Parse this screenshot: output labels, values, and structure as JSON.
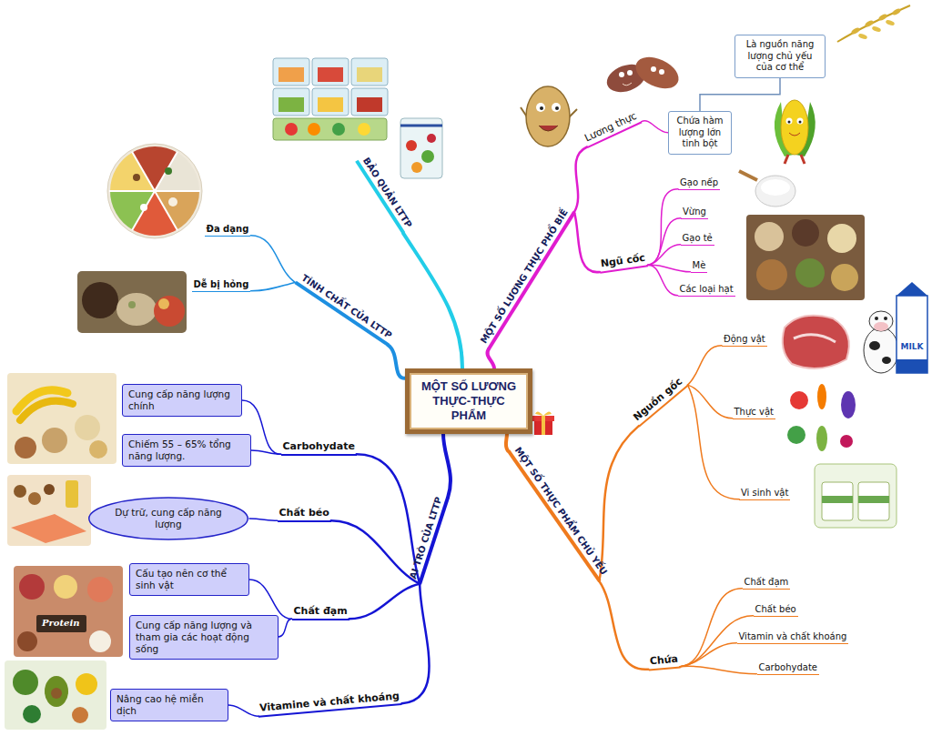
{
  "diagram": {
    "nodes": [
      {
        "text": [
          "MỘT SỐ LƯƠNG THỰC-THỰC PHẨM"
        ]
      },
      {
        "text": [
          "BẢO QUẢN LTTP"
        ]
      },
      {
        "text": [
          "TÍNH CHẤT CỦA LTTP"
        ]
      },
      {
        "text": [
          "Đa dạng"
        ]
      },
      {
        "text": [
          "Dễ bị hỏng"
        ]
      },
      {
        "text": [
          "MỘT SỐ LƯƠNG THỰC PHỔ BIẾ"
        ]
      },
      {
        "text": [
          "Lương thực"
        ]
      },
      {
        "text": [
          "Chứa hàm lượng lớn tinh bột"
        ]
      },
      {
        "text": [
          "Là nguồn năng lượng chủ yếu của cơ thể"
        ]
      },
      {
        "text": [
          "Ngũ cốc"
        ]
      },
      {
        "text": [
          "Gạo nếp"
        ]
      },
      {
        "text": [
          "Vừng"
        ]
      },
      {
        "text": [
          "Gạo tẻ"
        ]
      },
      {
        "text": [
          "Mè"
        ]
      },
      {
        "text": [
          "Các loại hạt"
        ]
      },
      {
        "text": [
          "MỘT SỐ THỰC PHẨM CHỦ YẾU"
        ]
      },
      {
        "text": [
          "Nguồn gốc"
        ]
      },
      {
        "text": [
          "Động vật"
        ]
      },
      {
        "text": [
          "Thực vật"
        ]
      },
      {
        "text": [
          "Vi sinh vật"
        ]
      },
      {
        "text": [
          "Chứa"
        ]
      },
      {
        "text": [
          "Chất đạm"
        ]
      },
      {
        "text": [
          "Chất béo"
        ]
      },
      {
        "text": [
          "Vitamin và chất khoáng"
        ]
      },
      {
        "text": [
          "Carbohydate"
        ]
      },
      {
        "text": [
          "AI TRÒ CỦA LTTP"
        ]
      },
      {
        "text": [
          "Carbohydate"
        ]
      },
      {
        "text": [
          "Cung cấp năng lượng chính"
        ]
      },
      {
        "text": [
          "Chiếm 55 – 65% tổng năng lượng."
        ]
      },
      {
        "text": [
          "Chất béo"
        ]
      },
      {
        "text": [
          "Dự trữ, cung cấp năng lượng"
        ]
      },
      {
        "text": [
          "Chất đạm"
        ]
      },
      {
        "text": [
          "Cấu tạo nên cơ thể sinh vật"
        ]
      },
      {
        "text": [
          "Cung cấp năng lượng và tham gia các hoạt động sống"
        ]
      },
      {
        "text": [
          "Vitamine và chất khoáng"
        ]
      },
      {
        "text": [
          "Nâng cao hệ miễn dịch"
        ]
      }
    ],
    "edges": [
      {
        "from": 0,
        "to": 1,
        "arrow": "none"
      },
      {
        "from": 0,
        "to": 2,
        "arrow": "none"
      },
      {
        "from": 2,
        "to": 3,
        "arrow": "none"
      },
      {
        "from": 2,
        "to": 4,
        "arrow": "none"
      },
      {
        "from": 0,
        "to": 5,
        "arrow": "none"
      },
      {
        "from": 5,
        "to": 6,
        "arrow": "none"
      },
      {
        "from": 6,
        "to": 7,
        "arrow": "none"
      },
      {
        "from": 7,
        "to": 8,
        "arrow": "none"
      },
      {
        "from": 5,
        "to": 9,
        "arrow": "none"
      },
      {
        "from": 9,
        "to": 10,
        "arrow": "none"
      },
      {
        "from": 9,
        "to": 11,
        "arrow": "none"
      },
      {
        "from": 9,
        "to": 12,
        "arrow": "none"
      },
      {
        "from": 9,
        "to": 13,
        "arrow": "none"
      },
      {
        "from": 9,
        "to": 14,
        "arrow": "none"
      },
      {
        "from": 0,
        "to": 15,
        "arrow": "none"
      },
      {
        "from": 15,
        "to": 16,
        "arrow": "none"
      },
      {
        "from": 16,
        "to": 17,
        "arrow": "none"
      },
      {
        "from": 16,
        "to": 18,
        "arrow": "none"
      },
      {
        "from": 16,
        "to": 19,
        "arrow": "none"
      },
      {
        "from": 15,
        "to": 20,
        "arrow": "none"
      },
      {
        "from": 20,
        "to": 21,
        "arrow": "none"
      },
      {
        "from": 20,
        "to": 22,
        "arrow": "none"
      },
      {
        "from": 20,
        "to": 23,
        "arrow": "none"
      },
      {
        "from": 20,
        "to": 24,
        "arrow": "none"
      },
      {
        "from": 0,
        "to": 25,
        "arrow": "none"
      },
      {
        "from": 25,
        "to": 26,
        "arrow": "none"
      },
      {
        "from": 26,
        "to": 27,
        "arrow": "none"
      },
      {
        "from": 26,
        "to": 28,
        "arrow": "none"
      },
      {
        "from": 25,
        "to": 29,
        "arrow": "none"
      },
      {
        "from": 29,
        "to": 30,
        "arrow": "none"
      },
      {
        "from": 25,
        "to": 31,
        "arrow": "none"
      },
      {
        "from": 31,
        "to": 32,
        "arrow": "none"
      },
      {
        "from": 31,
        "to": 33,
        "arrow": "none"
      },
      {
        "from": 25,
        "to": 34,
        "arrow": "none"
      },
      {
        "from": 34,
        "to": 35,
        "arrow": "none"
      }
    ],
    "labels": [
      "MILK",
      "Protein"
    ]
  }
}
